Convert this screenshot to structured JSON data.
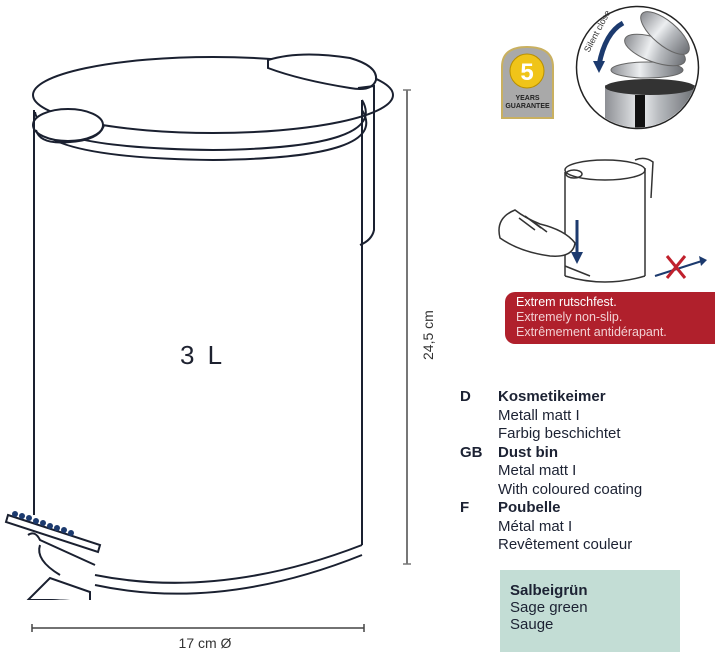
{
  "product": {
    "volume": "3 L",
    "width_dimension": "17 cm Ø",
    "height_dimension": "24,5 cm"
  },
  "badges": {
    "guarantee": {
      "number": "5",
      "line1": "YEARS",
      "line2": "GUARANTEE",
      "accent_color": "#f0c419"
    },
    "silent_close": {
      "label": "Silent close",
      "arrow_color": "#1c3a6e"
    }
  },
  "non_slip": {
    "color": "#b0202c",
    "lines": [
      "Extrem rutschfest.",
      "Extremely non-slip.",
      "Extrêmement antidérapant."
    ]
  },
  "descriptions": [
    {
      "code": "D",
      "title": "Kosmetikeimer",
      "lines": [
        "Metall matt I",
        "Farbig beschichtet"
      ]
    },
    {
      "code": "GB",
      "title": "Dust bin",
      "lines": [
        "Metal matt I",
        "With coloured coating"
      ]
    },
    {
      "code": "F",
      "title": "Poubelle",
      "lines": [
        "Métal mat I",
        "Revêtement couleur"
      ]
    }
  ],
  "color_swatch": {
    "hex": "#c3ddd5",
    "title": "Salbeigrün",
    "lines": [
      "Sage green",
      "Sauge"
    ]
  }
}
